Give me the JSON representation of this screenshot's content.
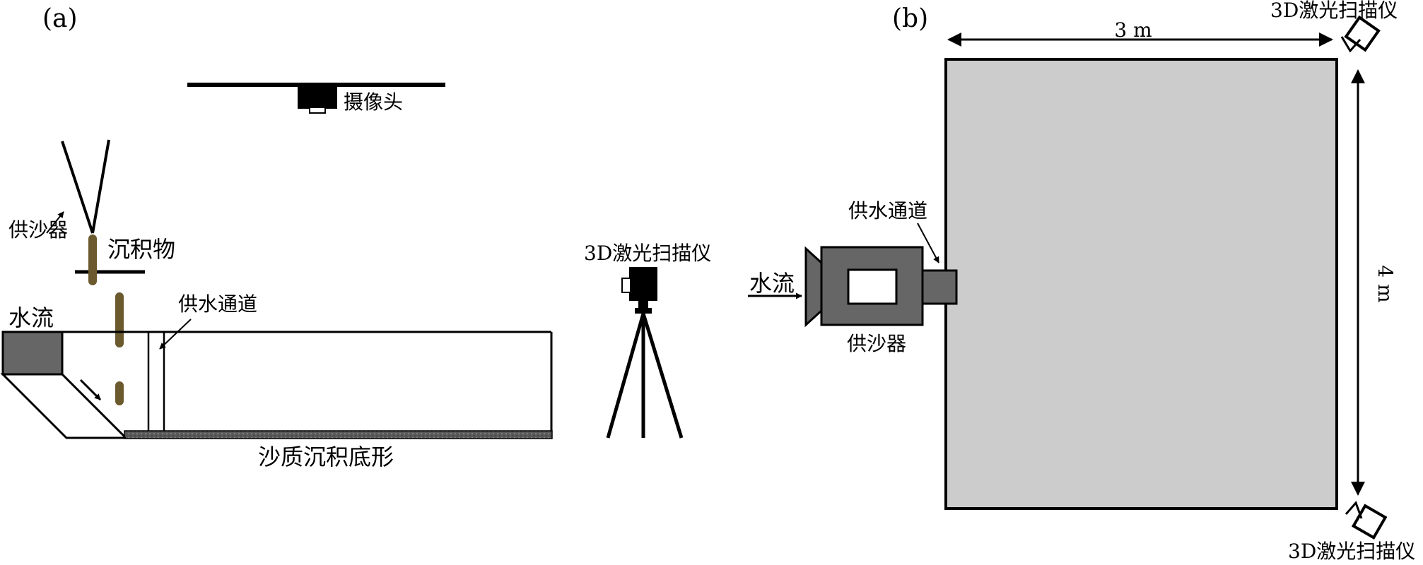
{
  "panel_a": {
    "label": "(a)",
    "camera_label": "摄像头",
    "sand_feeder_label": "供沙器",
    "sediment_label": "沉积物",
    "water_flow_label": "水流",
    "water_channel_label": "供水通道",
    "bedform_label": "沙质沉积底形",
    "scanner_label": "3D激光扫描仪"
  },
  "panel_b": {
    "label": "(b)",
    "width_label": "3 m",
    "length_label": "4 m",
    "scanner_top_label": "3D激光扫描仪",
    "scanner_bottom_label": "3D激光扫描仪",
    "water_channel_label": "供水通道",
    "water_flow_label": "水流",
    "sand_feeder_label": "供沙器"
  },
  "colors": {
    "basin_fill": "#cccccc",
    "feeder_fill": "#666666",
    "sediment": "#6b5a2e",
    "bed_fill": "#555555"
  }
}
